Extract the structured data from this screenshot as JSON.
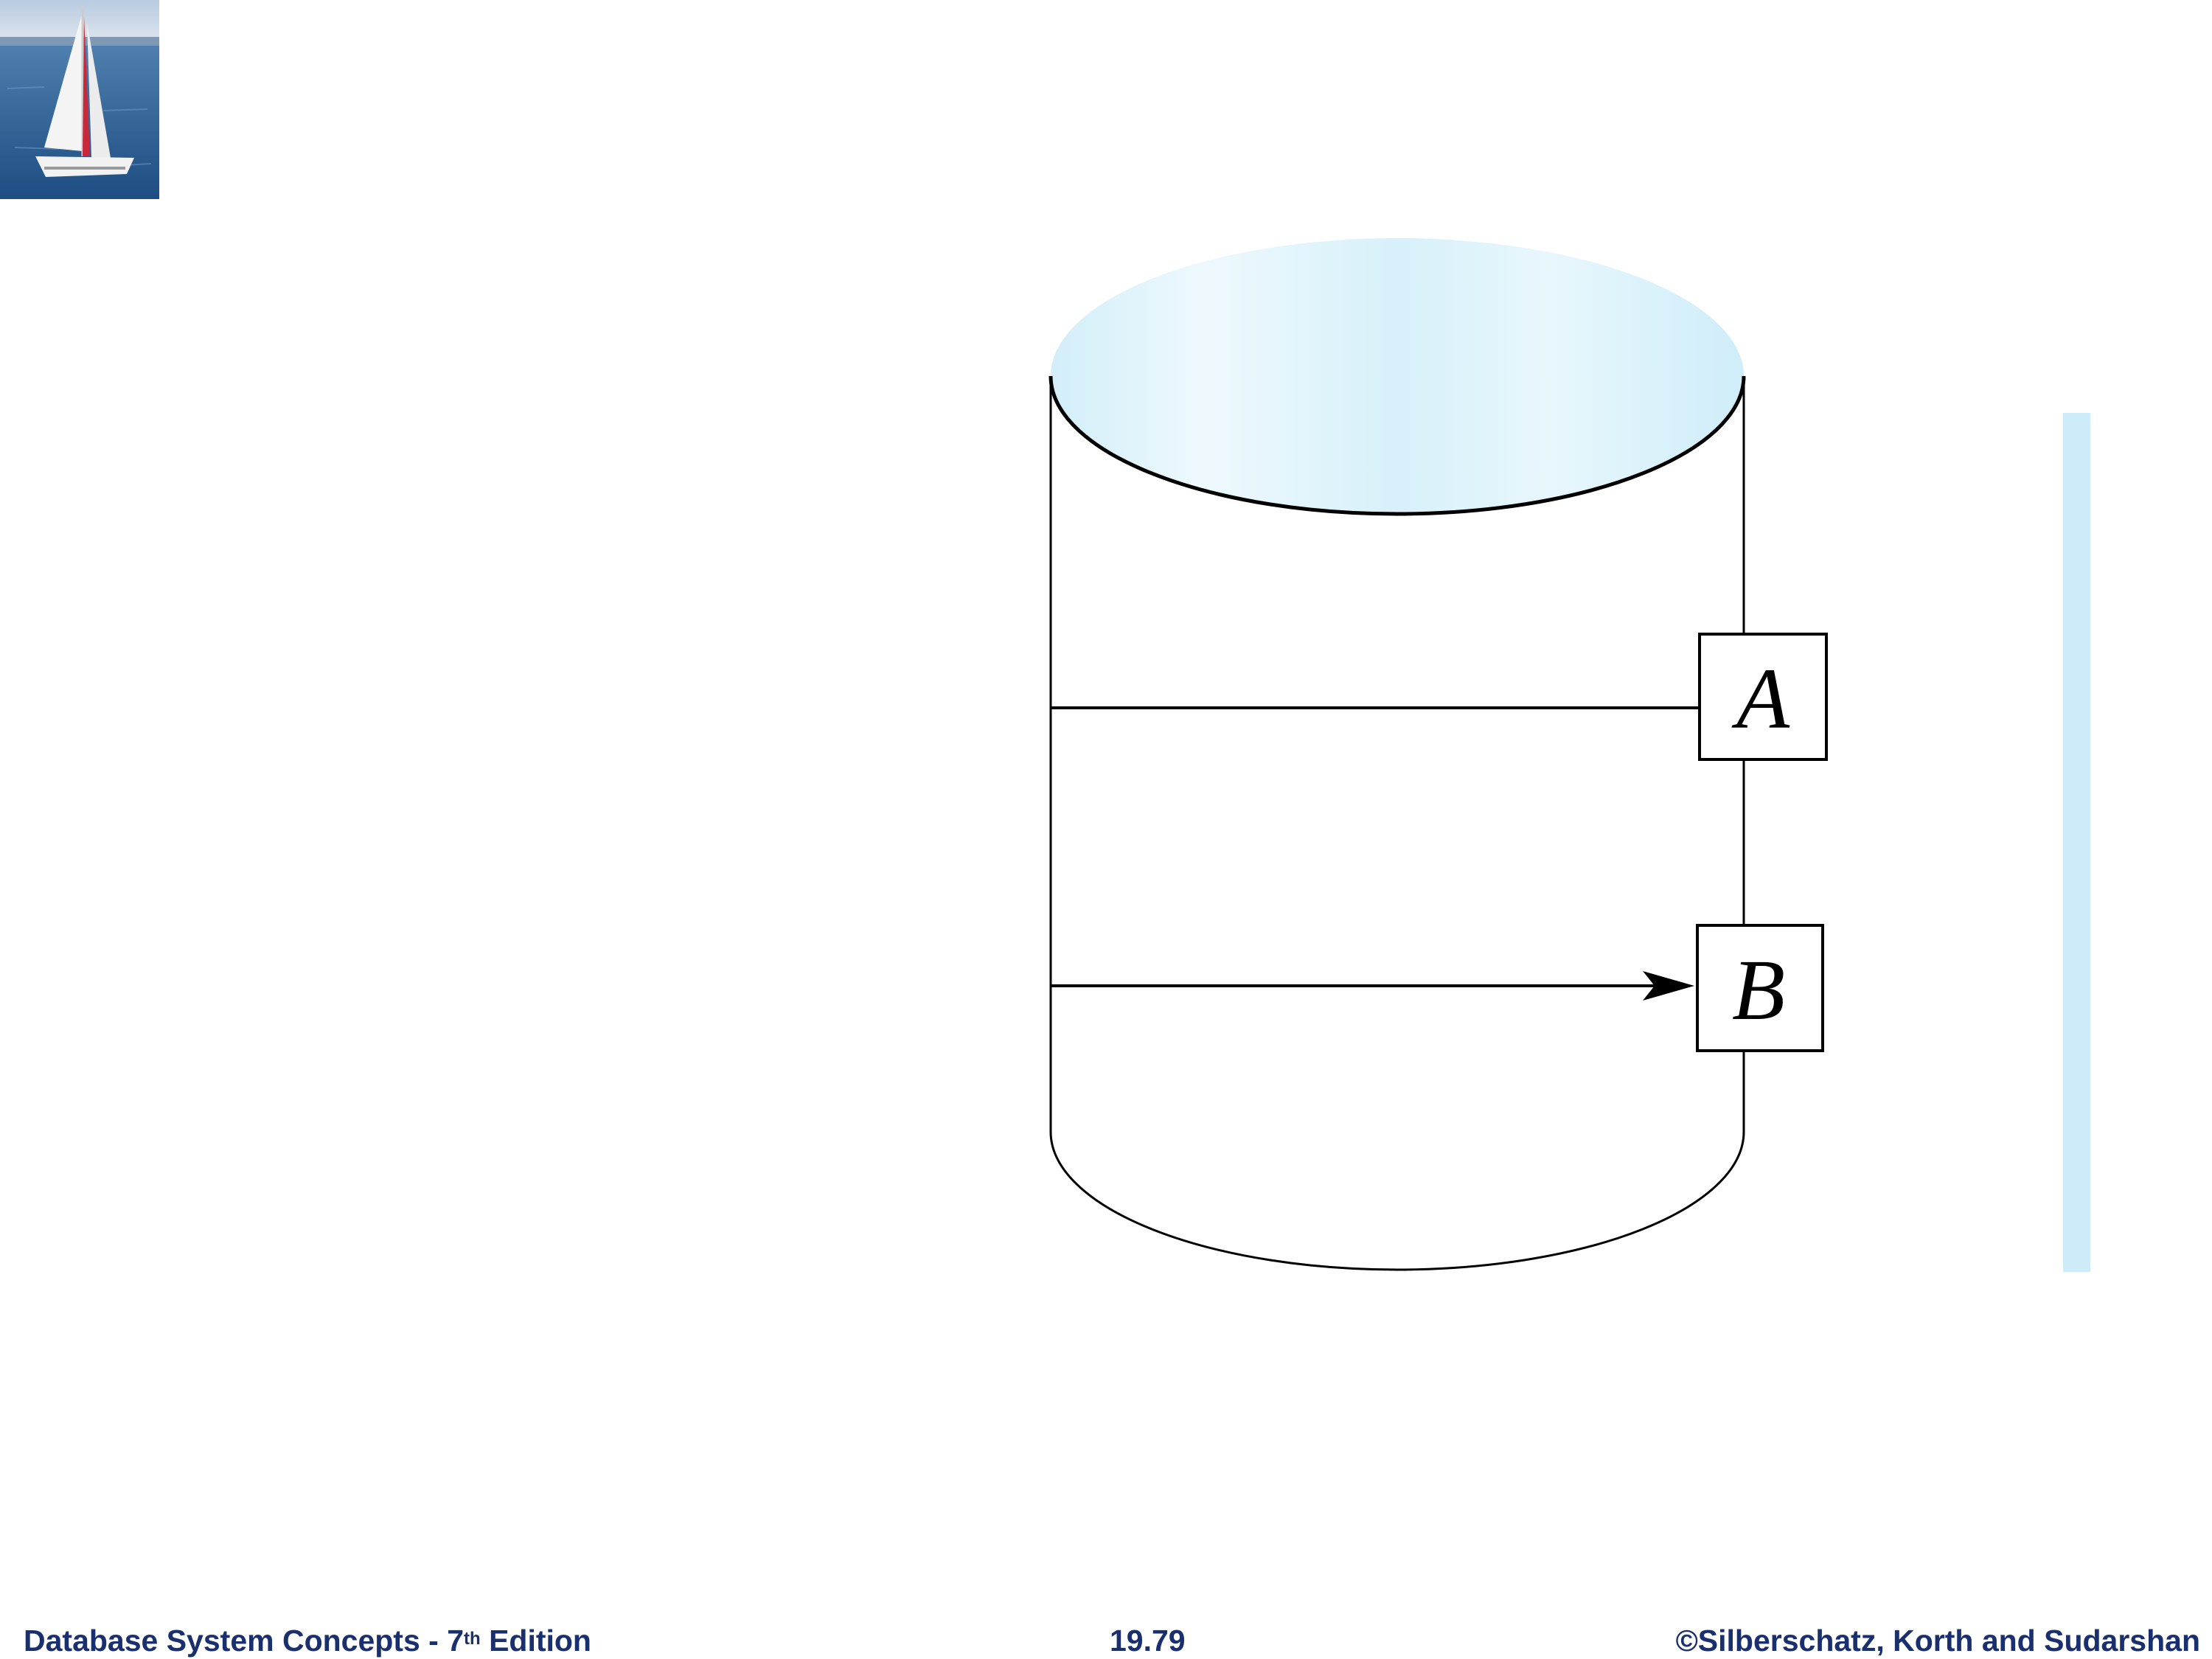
{
  "footer": {
    "book_title": "Database System Concepts - 7",
    "edition_sup": "th",
    "edition_word": " Edition",
    "slide_number": "19.79",
    "copyright": "©Silberschatz, Korth and Sudarshan"
  },
  "diagram": {
    "box_a_label": "A",
    "box_b_label": "B"
  },
  "colors": {
    "footer_text": "#1a2f6e",
    "cylinder_top": "#d4eef8",
    "cylinder_shadow": "#cdebf8"
  },
  "icons": {
    "logo": "sailboat-logo"
  }
}
